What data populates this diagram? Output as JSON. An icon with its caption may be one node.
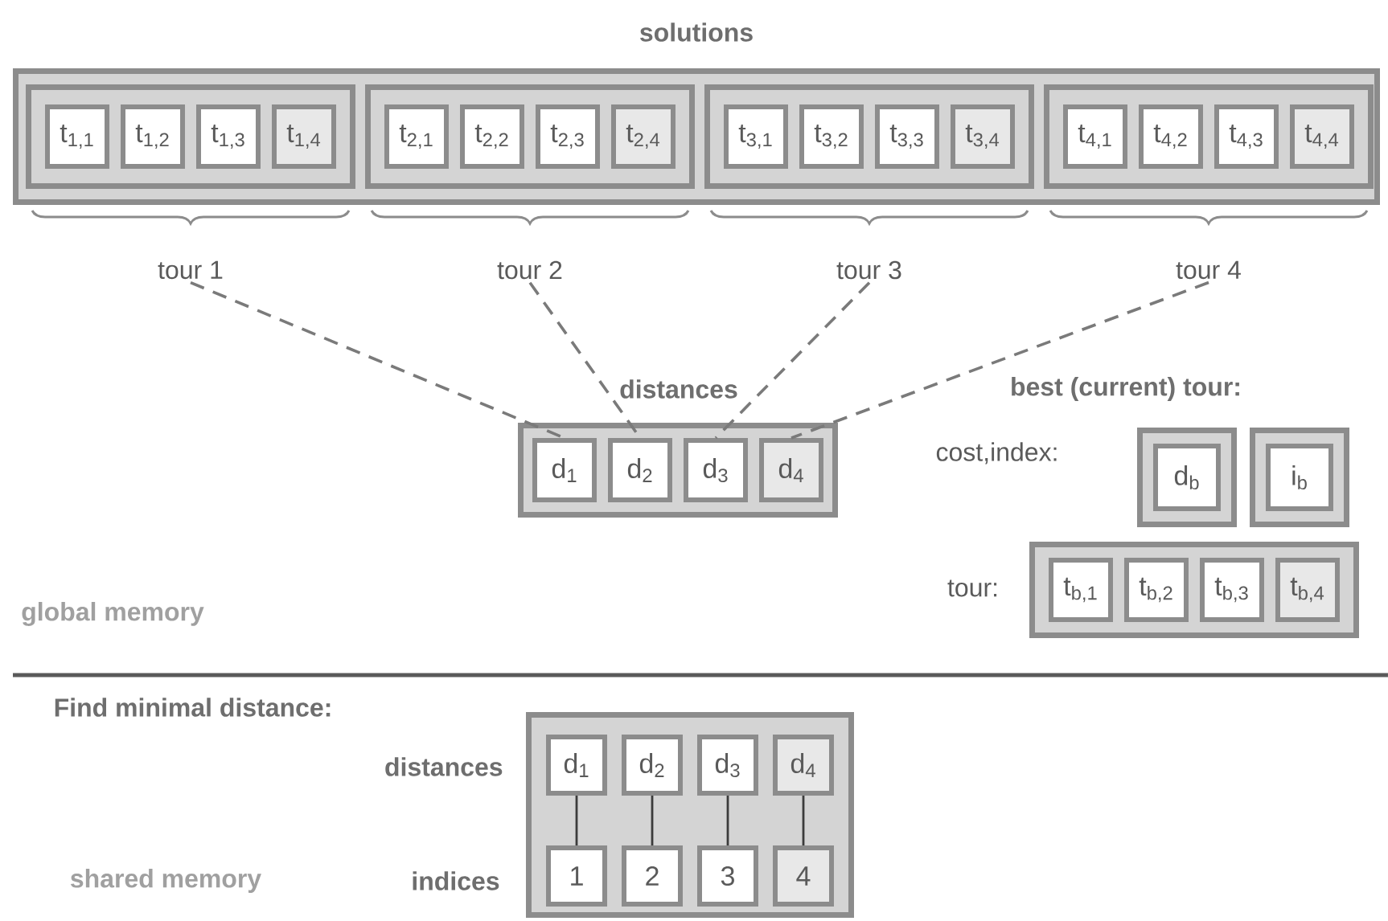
{
  "diagram": {
    "nodes": [
      {
        "text": [
          "solutions"
        ]
      },
      {
        "text": [],
        "shape": "box",
        "in": 0
      },
      {
        "text": [
          "t$_{1,1}$"
        ],
        "in": 1
      },
      {
        "text": [
          "t$_{1,2}$"
        ],
        "in": 1
      },
      {
        "text": [
          "t$_{1,3}$"
        ],
        "in": 1
      },
      {
        "text": [
          "t$_{1,4}$"
        ],
        "in": 1
      },
      {
        "text": [],
        "shape": "box",
        "in": 0
      },
      {
        "text": [
          "t$_{2,1}$"
        ],
        "in": 6
      },
      {
        "text": [
          "t$_{2,2}$"
        ],
        "in": 6
      },
      {
        "text": [
          "t$_{2,3}$"
        ],
        "in": 6
      },
      {
        "text": [
          "t$_{2,4}$"
        ],
        "in": 6
      },
      {
        "text": [],
        "shape": "box",
        "in": 0
      },
      {
        "text": [
          "t$_{3,1}$"
        ],
        "in": 11
      },
      {
        "text": [
          "t$_{3,2}$"
        ],
        "in": 11
      },
      {
        "text": [
          "t$_{3,3}$"
        ],
        "in": 11
      },
      {
        "text": [
          "t$_{3,4}$"
        ],
        "in": 11
      },
      {
        "text": [],
        "shape": "box",
        "in": 0
      },
      {
        "text": [
          "t$_{4,1}$"
        ],
        "in": 16
      },
      {
        "text": [
          "t$_{4,2}$"
        ],
        "in": 16
      },
      {
        "text": [
          "t$_{4,3}$"
        ],
        "in": 16
      },
      {
        "text": [
          "t$_{4,4}$"
        ],
        "in": 16
      },
      {
        "text": [
          "tour 1"
        ]
      },
      {
        "text": [
          "tour 2"
        ]
      },
      {
        "text": [
          "tour 3"
        ]
      },
      {
        "text": [
          "tour 4"
        ]
      },
      {
        "text": [
          "distances"
        ]
      },
      {
        "text": [
          "d$_{1}$"
        ],
        "in": 25
      },
      {
        "text": [
          "d$_{2}$"
        ],
        "in": 25
      },
      {
        "text": [
          "d$_{3}$"
        ],
        "in": 25
      },
      {
        "text": [
          "d$_{4}$"
        ],
        "in": 25
      },
      {
        "text": [],
        "shape": "box"
      },
      {
        "text": [
          "d$_{b}$"
        ],
        "in": 30
      },
      {
        "text": [],
        "shape": "box"
      },
      {
        "text": [
          "i$_{b}$"
        ],
        "in": 32
      },
      {
        "text": [],
        "shape": "box"
      },
      {
        "text": [
          "t$_{b,1}$"
        ],
        "in": 34
      },
      {
        "text": [
          "t$_{b,2}$"
        ],
        "in": 34
      },
      {
        "text": [
          "t$_{b,3}$"
        ],
        "in": 34
      },
      {
        "text": [
          "t$_{b,4}$"
        ],
        "in": 34
      },
      {
        "text": [],
        "shape": "box"
      },
      {
        "text": [
          "d$_{1}$"
        ],
        "in": 39
      },
      {
        "text": [
          "d$_{2}$"
        ],
        "in": 39
      },
      {
        "text": [
          "d$_{3}$"
        ],
        "in": 39
      },
      {
        "text": [
          "d$_{4}$"
        ],
        "in": 39
      },
      {
        "text": [
          "1"
        ],
        "in": 39
      },
      {
        "text": [
          "2"
        ],
        "in": 39
      },
      {
        "text": [
          "3"
        ],
        "in": 39
      },
      {
        "text": [
          "4"
        ],
        "in": 39
      }
    ],
    "edges": [
      {
        "from": 21,
        "to": 26,
        "arrow": "none",
        "style": "dashed"
      },
      {
        "from": 22,
        "to": 27,
        "arrow": "none",
        "style": "dashed"
      },
      {
        "from": 23,
        "to": 28,
        "arrow": "none",
        "style": "dashed"
      },
      {
        "from": 24,
        "to": 29,
        "arrow": "none",
        "style": "dashed"
      },
      {
        "from": 40,
        "to": 44,
        "arrow": "none",
        "color": "#3c3c3c"
      },
      {
        "from": 41,
        "to": 45,
        "arrow": "none",
        "color": "#3c3c3c"
      },
      {
        "from": 42,
        "to": 46,
        "arrow": "none",
        "color": "#3c3c3c"
      },
      {
        "from": 43,
        "to": 47,
        "arrow": "none",
        "color": "#3c3c3c"
      }
    ],
    "labels": [
      "best (current) tour:",
      "cost,index:",
      "tour:",
      "global memory",
      "Find minimal distance:",
      "distances",
      "indices",
      "shared memory"
    ]
  }
}
